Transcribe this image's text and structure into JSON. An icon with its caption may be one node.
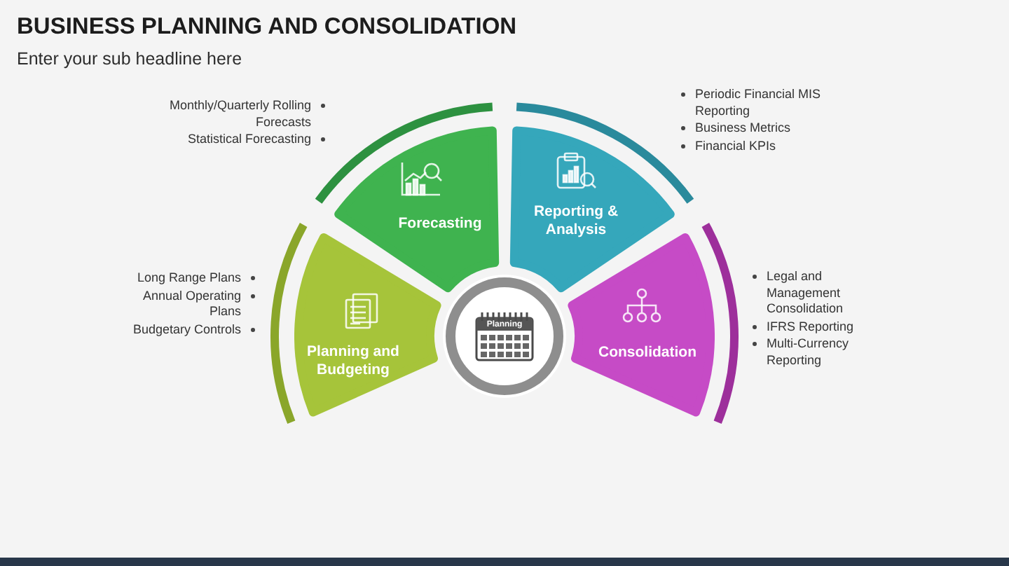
{
  "diagram": {
    "title": "BUSINESS PLANNING AND CONSOLIDATION",
    "nodes": [
      {
        "text": [
          "Forecasting"
        ],
        "beside": [
          "Monthly/Quarterly Rolling Forecasts",
          "Statistical Forecasting"
        ]
      },
      {
        "text": [
          "Reporting & Analysis"
        ],
        "beside": [
          "Periodic Financial MIS Reporting",
          "Business Metrics",
          "Financial KPIs"
        ]
      },
      {
        "text": [
          "Planning and Budgeting"
        ],
        "beside": [
          "Long Range Plans",
          "Annual Operating Plans",
          "Budgetary Controls"
        ]
      },
      {
        "text": [
          "Planning"
        ]
      },
      {
        "text": [
          "Consolidation"
        ],
        "beside": [
          "Legal and Management Consolidation",
          "IFRS Reporting",
          "Multi-Currency Reporting"
        ]
      }
    ],
    "labels": [
      "Enter your sub headline here"
    ]
  }
}
